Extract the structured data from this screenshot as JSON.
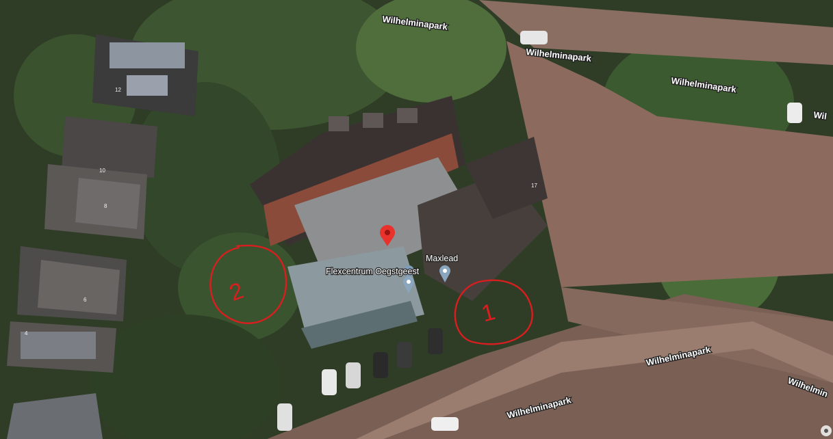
{
  "map": {
    "view": "satellite",
    "street_labels": [
      "Wilhelminapark",
      "Wilhelminapark",
      "Wilhelminapark",
      "Wil",
      "Wilhelminapark",
      "Wilhelminapark",
      "Wilhelmin"
    ],
    "places": [
      "Flexcentrum Oegstgeest",
      "Maxlead"
    ],
    "house_numbers": [
      "12",
      "10",
      "8",
      "6",
      "4",
      "17"
    ],
    "annotations": [
      "2",
      "1"
    ],
    "colors": {
      "marker": "#e8322b",
      "annotation": "#d81e1e",
      "poi_pin": "#7f9db8"
    }
  }
}
